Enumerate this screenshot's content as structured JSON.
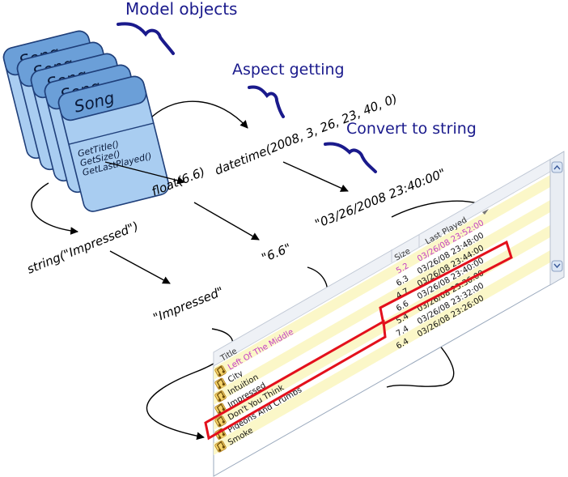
{
  "headings": {
    "model_objects": "Model objects",
    "aspect_getting": "Aspect getting",
    "convert_to_string": "Convert to string"
  },
  "song_card": {
    "title": "Song",
    "methods": [
      "GetTitle()",
      "GetSize()",
      "GetLastPlayed()"
    ]
  },
  "aspects": {
    "title_value": "string(\"Impressed\")",
    "size_value": "float(6.6)",
    "date_value": "datetime(2008, 3, 26, 23, 40, 0)"
  },
  "strings": {
    "title_string": "\"Impressed\"",
    "size_string": "\"6.6\"",
    "date_string": "\"03/26/2008 23:40:00\""
  },
  "list_view": {
    "columns": {
      "title": "Title",
      "size": "Size",
      "last_played": "Last Played"
    },
    "rows": [
      {
        "title": "Left Of The Middle",
        "size": "5.2",
        "last_played": "03/26/08 23:52:00",
        "highlight": true
      },
      {
        "title": "City",
        "size": "6.3",
        "last_played": "03/26/08 23:48:00",
        "highlight": false
      },
      {
        "title": "Intuition",
        "size": "4.7",
        "last_played": "03/26/08 23:44:00",
        "highlight": false
      },
      {
        "title": "Impressed",
        "size": "6.6",
        "last_played": "03/26/08 23:40:00",
        "highlight": false
      },
      {
        "title": "Don't You Think",
        "size": "5.4",
        "last_played": "03/26/08 23:36:00",
        "highlight": false
      },
      {
        "title": "Pigeons And Crumbs",
        "size": "7.4",
        "last_played": "03/26/08 23:32:00",
        "highlight": false
      },
      {
        "title": "Smoke",
        "size": "6.4",
        "last_played": "03/26/08 23:26:00",
        "highlight": false
      }
    ],
    "selected_index": 3
  },
  "colors": {
    "heading": "#1a1a8c",
    "card_fill": "#a9cdf1",
    "card_header": "#6b9fd8",
    "highlight_text": "#c43cc4",
    "row_stripe": "#fbf7c8",
    "selection_box": "#e3101c"
  },
  "icons": [
    "music-note-icon",
    "scroll-up-icon",
    "scroll-down-icon",
    "sort-arrow-icon"
  ]
}
